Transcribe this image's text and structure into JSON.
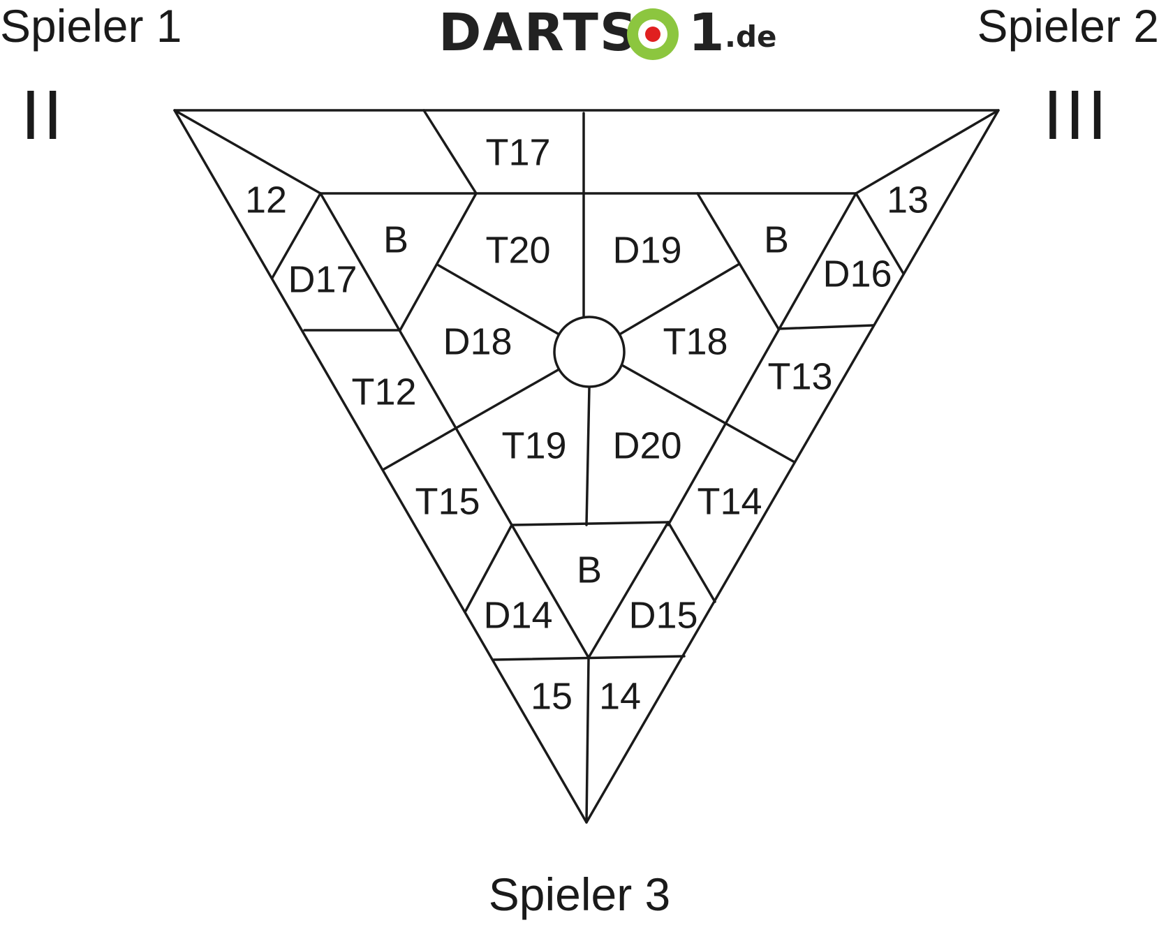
{
  "players": {
    "p1": "Spieler 1",
    "p2": "Spieler 2",
    "p3": "Spieler 3"
  },
  "tallies": {
    "p1": "II",
    "p2": "III"
  },
  "logo": {
    "main": "DARTS",
    "one": "1",
    "suffix": ".de",
    "colors": {
      "ring": "#8cc63f",
      "dot": "#e02020"
    }
  },
  "fields": {
    "t17": "T17",
    "n12": "12",
    "n13": "13",
    "b_left": "B",
    "b_right": "B",
    "b_bottom": "B",
    "t20": "T20",
    "d19": "D19",
    "d17": "D17",
    "d16": "D16",
    "d18": "D18",
    "t18": "T18",
    "t12": "T12",
    "t13": "T13",
    "t19": "T19",
    "d20": "D20",
    "t15": "T15",
    "t14": "T14",
    "d14": "D14",
    "d15": "D15",
    "n15": "15",
    "n14": "14"
  }
}
